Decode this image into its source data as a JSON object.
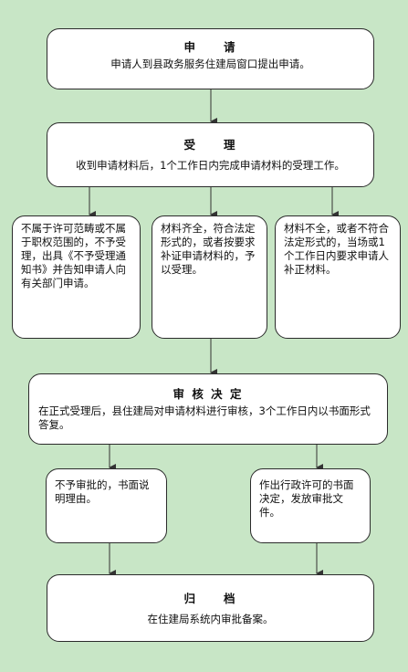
{
  "apply": {
    "title": "申　　请",
    "text": "申请人到县政务服务住建局窗口提出申请。"
  },
  "accept": {
    "title": "受　　理",
    "text": "收到申请材料后，1个工作日内完成申请材料的受理工作。"
  },
  "branches": [
    "不属于许可范畴或不属于职权范围的，不予受理，出具《不予受理通知书》并告知申请人向有关部门申请。",
    "材料齐全，符合法定形式的，或者按要求补证申请材料的，予以受理。",
    "材料不全，或者不符合法定形式的，当场或1个工作日内要求申请人补正材料。"
  ],
  "review": {
    "title": "审 核 决 定",
    "text": "在正式受理后，县住建局对申请材料进行审核，3个工作日内以书面形式答复。"
  },
  "outcomes": [
    "不予审批的，书面说明理由。",
    "作出行政许可的书面决定，发放审批文件。"
  ],
  "archive": {
    "title": "归　　档",
    "text": "在住建局系统内审批备案。"
  }
}
